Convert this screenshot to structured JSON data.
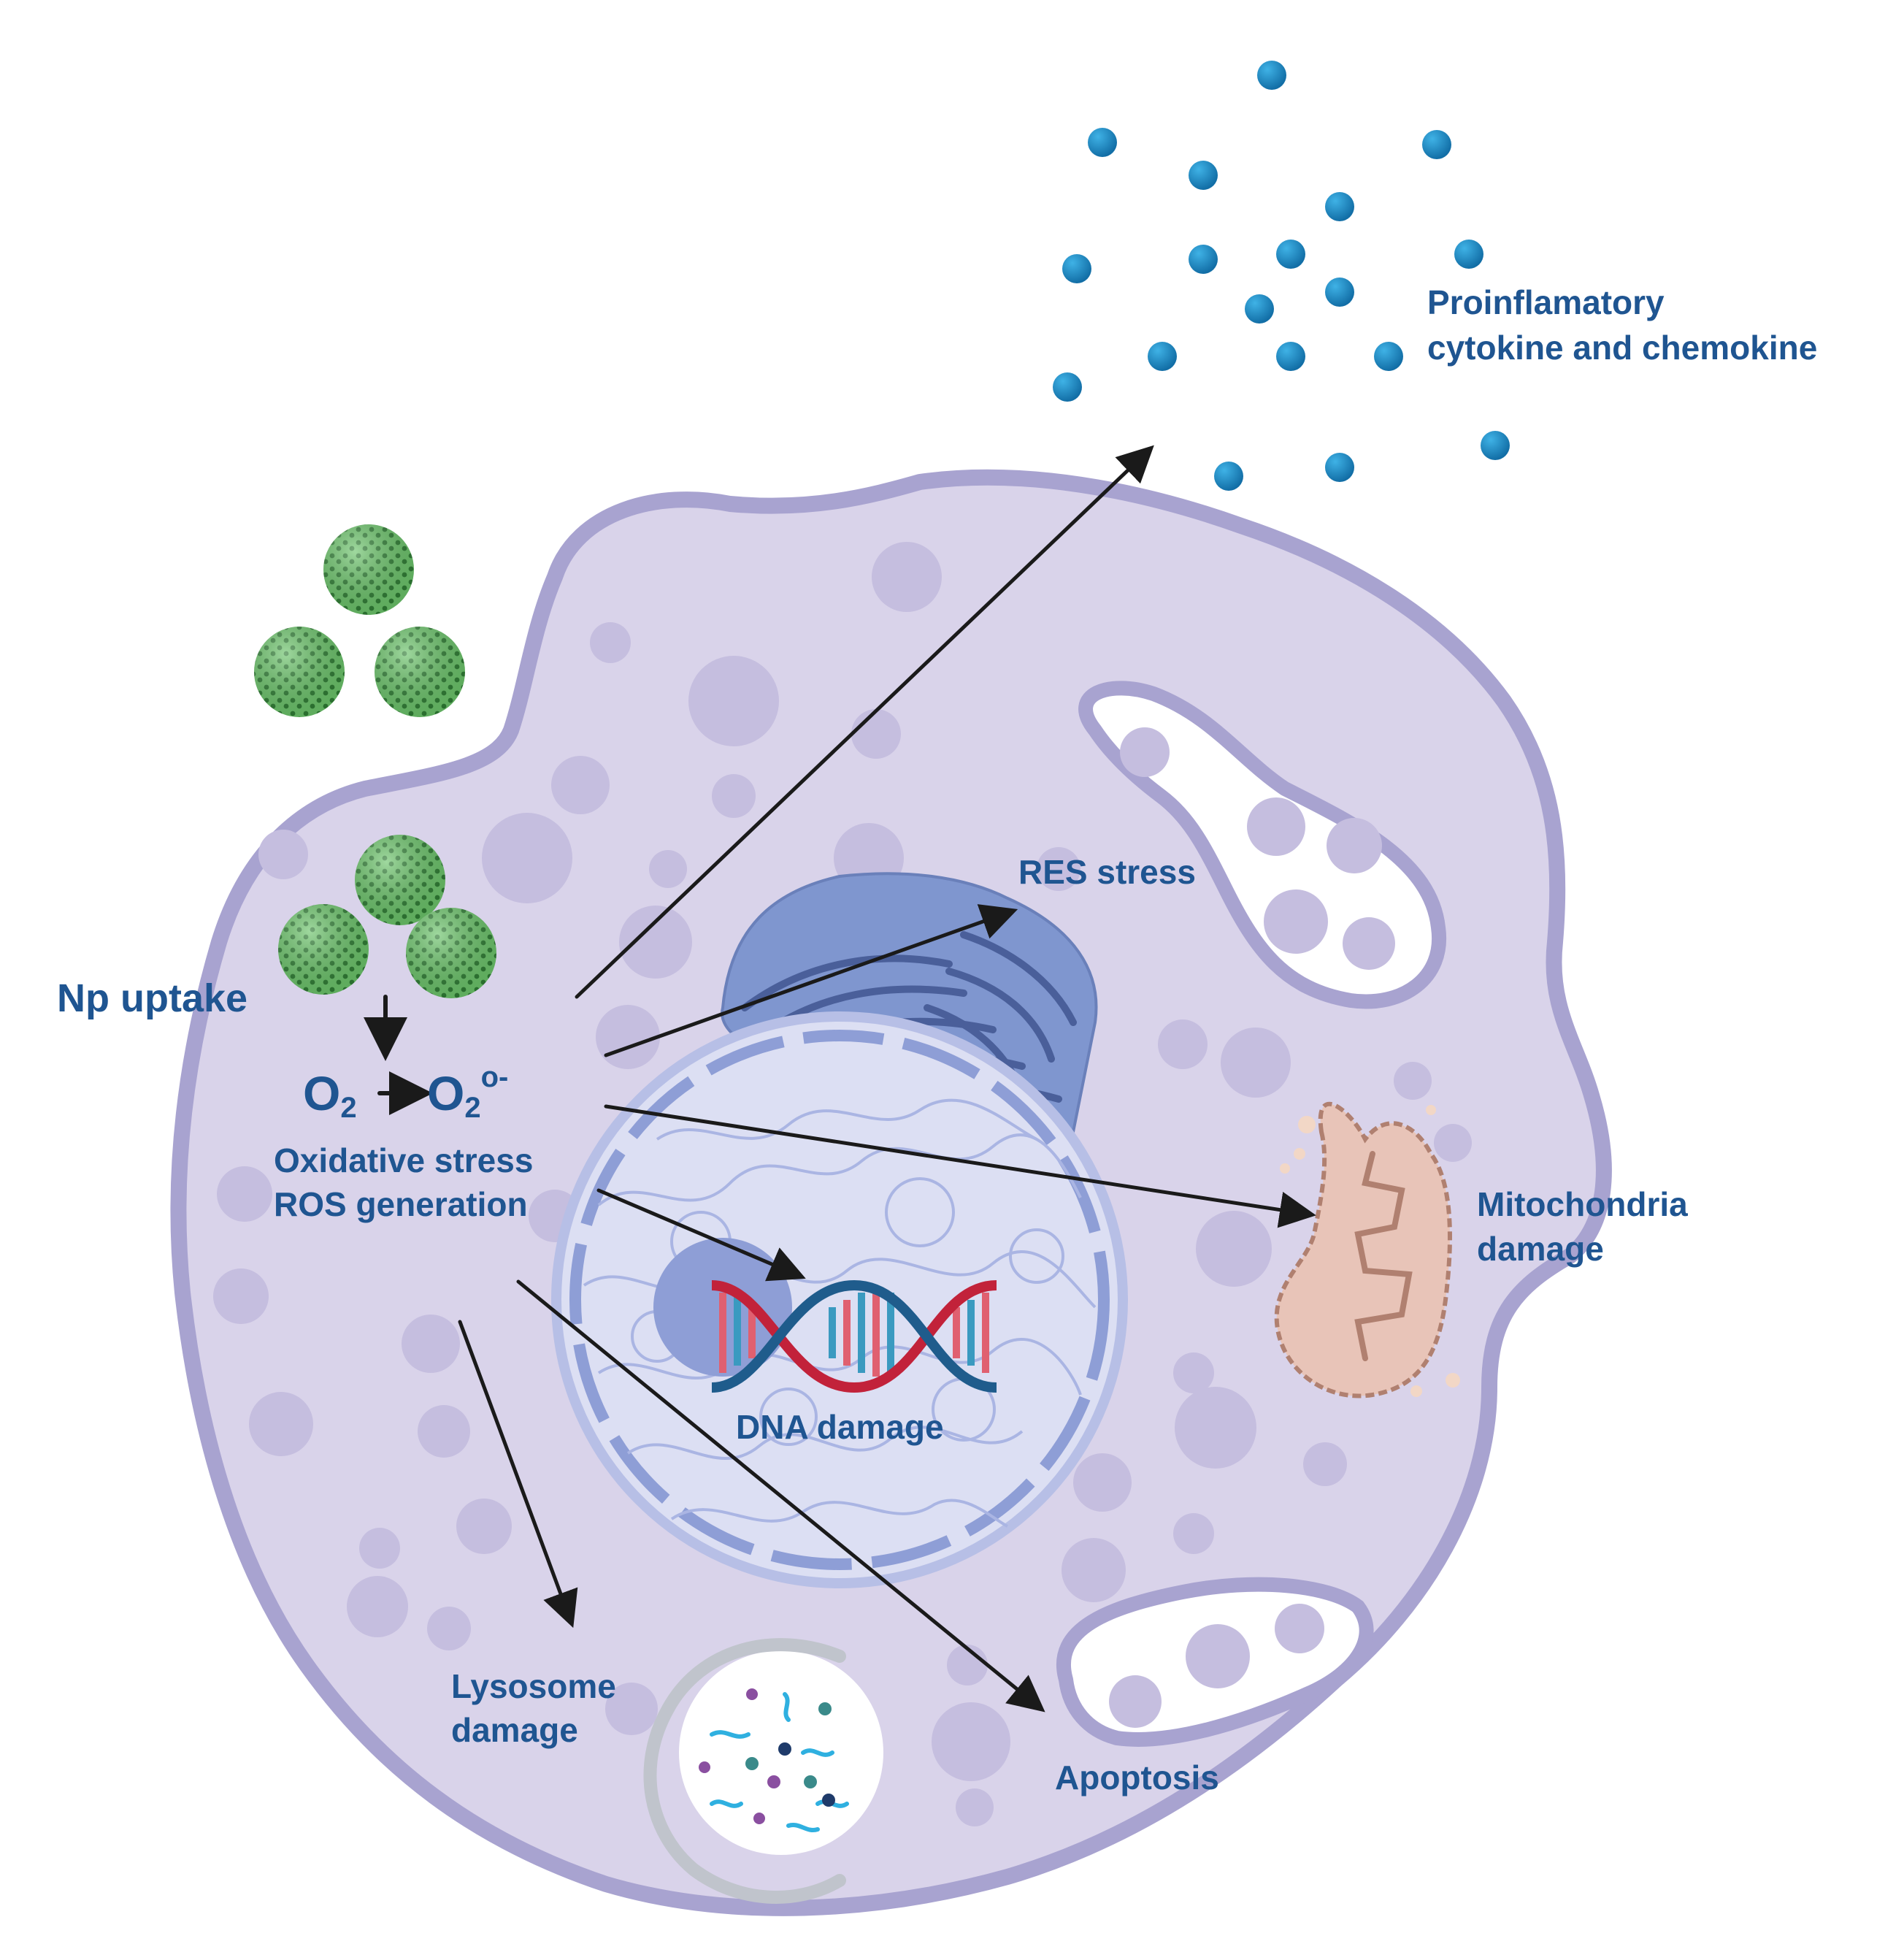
{
  "labels": {
    "np_uptake": "Np uptake",
    "o2": "O",
    "o2_sub": "2",
    "o2_radical": "O",
    "o2_radical_sub": "2",
    "o2_radical_sup": "o-",
    "oxidative_stress": "Oxidative stress",
    "ros_generation": "ROS generation",
    "res_stress": "RES stress",
    "proinflammatory_line1": "Proinflamatory",
    "proinflammatory_line2": "cytokine and chemokine",
    "mitochondria_line1": "Mitochondria",
    "mitochondria_line2": "damage",
    "dna_damage": "DNA damage",
    "lysosome_line1": "Lysosome",
    "lysosome_line2": "damage",
    "apoptosis": "Apoptosis"
  },
  "colors": {
    "label_text": "#1f5591",
    "cell_fill": "#d9d3ea",
    "cell_border": "#a8a3d0",
    "vesicle": "#c5bedf",
    "nucleus_fill": "#dcdff3",
    "nucleus_border": "#8e9ed6",
    "er_fill": "#7f96cf",
    "nanoparticle": "#5cb85c",
    "cytokine_dot": "#1c8cc6",
    "mitochondria": "#e8c4b8",
    "dna_red": "#c2223a",
    "dna_blue": "#1f5c8c",
    "arrow": "#1a1a1a"
  },
  "icons": [
    "nanoparticle-icon",
    "cytokine-dot-icon",
    "mitochondria-icon",
    "lysosome-icon",
    "dna-helix-icon",
    "endoplasmic-reticulum-icon",
    "nucleus-icon",
    "vacuole-icon"
  ]
}
